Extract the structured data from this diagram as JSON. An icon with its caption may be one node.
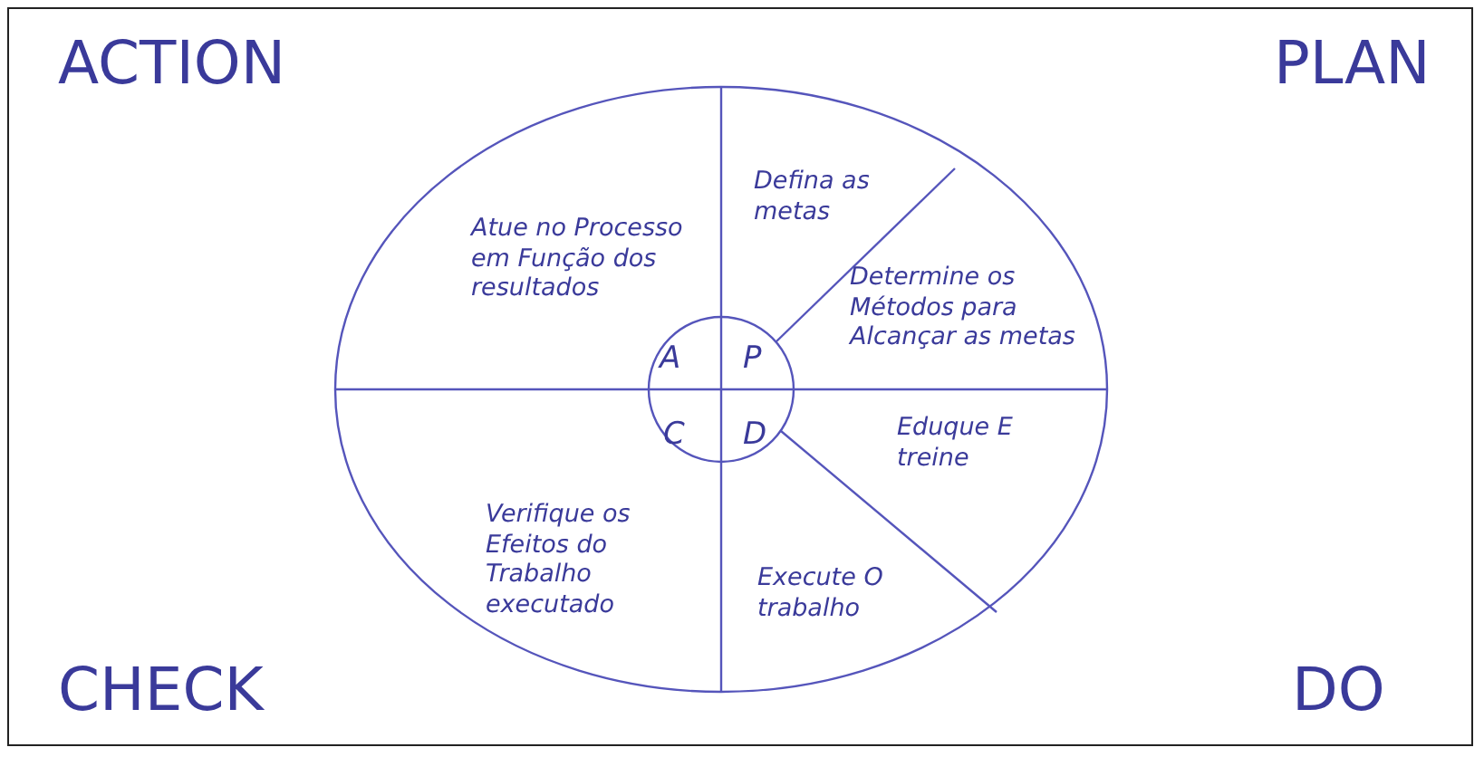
{
  "diagram": {
    "nodes": [
      {
        "text": [
          "Atue no Processo em Função dos resultados"
        ]
      },
      {
        "text": [
          "Defina as metas"
        ]
      },
      {
        "text": [
          "Determine os Métodos para Alcançar as metas"
        ]
      },
      {
        "text": [
          "Eduque E treine"
        ]
      },
      {
        "text": [
          "Execute O trabalho"
        ]
      },
      {
        "text": [
          "Verifique os Efeitos do Trabalho executado"
        ]
      }
    ],
    "labels": [
      "ACTION",
      "PLAN",
      "A",
      "P",
      "C",
      "D",
      "CHECK",
      "DO"
    ]
  }
}
